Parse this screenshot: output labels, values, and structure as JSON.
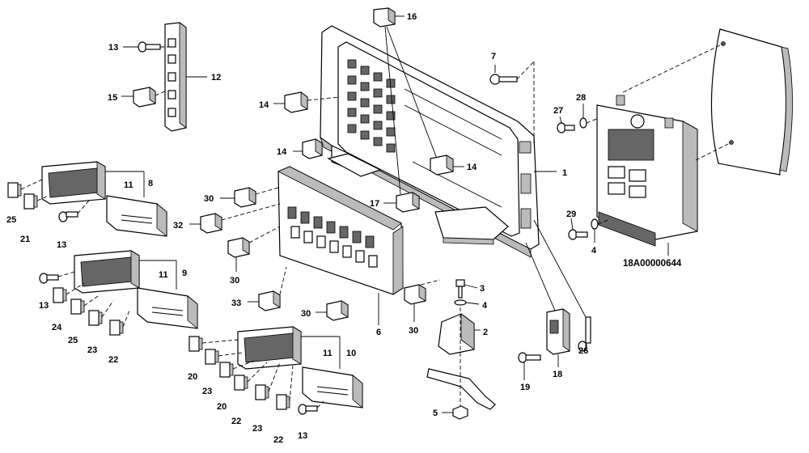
{
  "drawing": {
    "reference": "18A00000644",
    "callouts": {
      "c1": "1",
      "c2": "2",
      "c3": "3",
      "c4a": "4",
      "c4b": "4",
      "c5": "5",
      "c6": "6",
      "c7": "7",
      "c8": "8",
      "c9": "9",
      "c10": "10",
      "c11a": "11",
      "c11b": "11",
      "c11c": "11",
      "c12": "12",
      "c13a": "13",
      "c13b": "13",
      "c13c": "13",
      "c13d": "13",
      "c14a": "14",
      "c14b": "14",
      "c14c": "14",
      "c15": "15",
      "c16": "16",
      "c17": "17",
      "c18": "18",
      "c19": "19",
      "c20a": "20",
      "c20b": "20",
      "c21": "21",
      "c22a": "22",
      "c22b": "22",
      "c22c": "22",
      "c23a": "23",
      "c23b": "23",
      "c23c": "23",
      "c24": "24",
      "c25a": "25",
      "c25b": "25",
      "c26": "26",
      "c27": "27",
      "c28": "28",
      "c29": "29",
      "c30a": "30",
      "c30b": "30",
      "c30c": "30",
      "c30d": "30",
      "c32": "32",
      "c33": "33"
    }
  }
}
